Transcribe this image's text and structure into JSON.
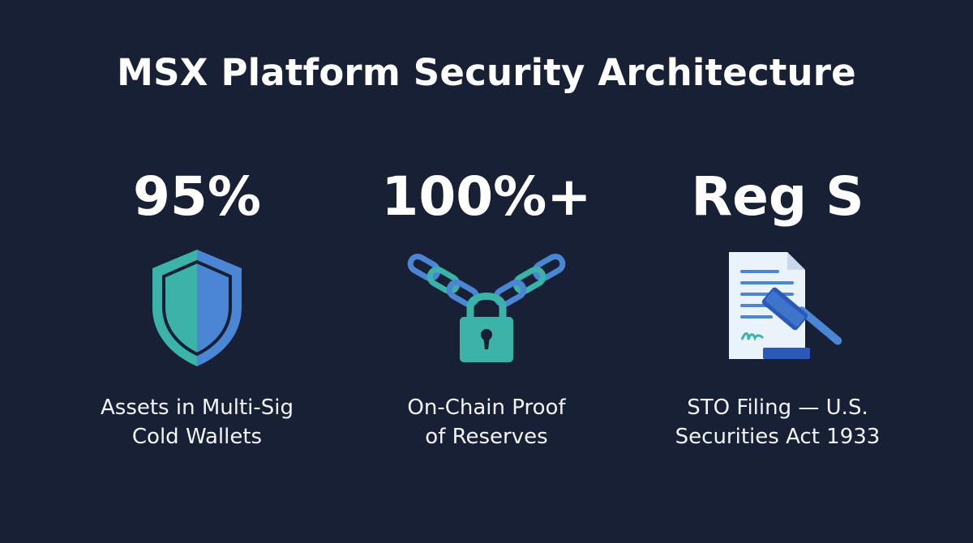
{
  "title": "MSX Platform Security Architecture",
  "metrics": [
    {
      "value": "95%",
      "icon": "shield-icon",
      "caption": "Assets in Multi-Sig\nCold Wallets"
    },
    {
      "value": "100%+",
      "icon": "chain-lock-icon",
      "caption": "On-Chain Proof\nof Reserves"
    },
    {
      "value": "Reg S",
      "icon": "legal-document-gavel-icon",
      "caption": "STO Filing — U.S.\nSecurities Act 1933"
    }
  ],
  "colors": {
    "background": "#172034",
    "teal": "#3bb3a8",
    "blue": "#4a86d4",
    "dark_blue": "#2b59b8",
    "paper": "#eaf2fb"
  }
}
